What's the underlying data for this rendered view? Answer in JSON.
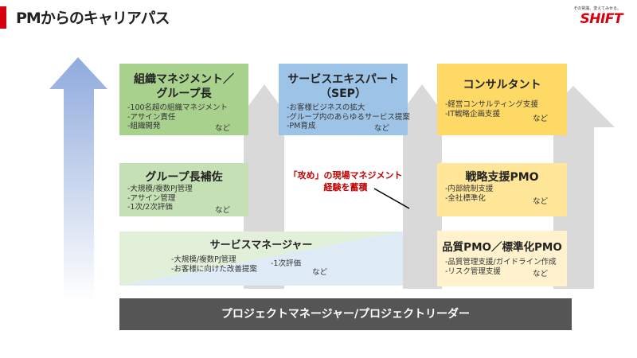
{
  "header": {
    "title": "PMからのキャリアパス",
    "logo": "SHIFT",
    "tagline": "その常識、変えてみせる。"
  },
  "colors": {
    "accent": "#d7000f",
    "green_dark": "#a9d18e",
    "green_light": "#c5e0b4",
    "blue": "#9dc3e6",
    "yellow_dark": "#ffd966",
    "yellow_mid": "#ffe699",
    "yellow_light": "#fff2cc",
    "bar": "#555555"
  },
  "boxes": {
    "org": {
      "title1": "組織マネジメント／",
      "title2": "グループ長",
      "lines": "-100名超の組織マネジメント\n-アサイン責任\n-組織開発",
      "nado": "など"
    },
    "sep": {
      "title1": "サービスエキスパート",
      "title2": "（SEP）",
      "lines": "-お客様ビジネスの拡大\n-グループ内のあらゆるサービス提案\n-PM育成",
      "nado": "など"
    },
    "consultant": {
      "title1": "コンサルタント",
      "lines": "-経営コンサルティング支援\n-IT戦略企画支援",
      "nado": "など"
    },
    "assistant": {
      "title1": "グループ長補佐",
      "lines": "-大規模/複数PJ管理\n-アサイン管理\n-1次/2次評価",
      "nado": "など"
    },
    "strategy_pmo": {
      "title1": "戦略支援PMO",
      "lines": "-内部統制支援\n-全社標準化",
      "nado": "など"
    },
    "quality_pmo": {
      "title1": "品質PMO／標準化PMO",
      "lines": "-品質管理支援/ガイドライン作成\n-リスク管理支援",
      "nado": "など"
    },
    "service_manager": {
      "title1": "サービスマネージャー",
      "lines": "-大規模/複数PJ管理\n-お客様に向けた改善提案",
      "extra": "-1次評価",
      "nado": "など"
    }
  },
  "callout": {
    "line1": "「攻め」の現場マネジメント",
    "line2": "経験を蓄積"
  },
  "base": {
    "label": "プロジェクトマネージャー/プロジェクトリーダー"
  }
}
